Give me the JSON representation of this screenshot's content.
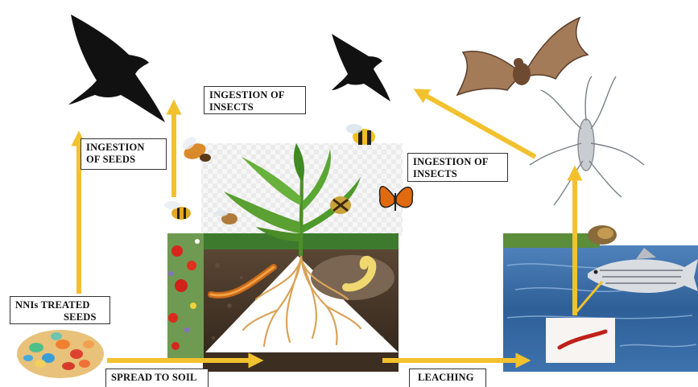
{
  "labels": {
    "ingestion_seeds": [
      "INGESTION",
      "OF SEEDS"
    ],
    "ingestion_insects_top": [
      "INGESTION OF",
      "INSECTS"
    ],
    "ingestion_insects_right": [
      "INGESTION OF",
      "INSECTS"
    ],
    "nni_seeds": [
      "NNIs TREATED",
      "SEEDS"
    ],
    "spread_soil": "SPREAD TO SOIL",
    "leaching": "LEACHING"
  },
  "colors": {
    "arrow": "#f2c12e",
    "water": "#3f6fa6",
    "grass": "#3e7a2e",
    "soil": "#4a3a2a",
    "label_border": "#333333"
  },
  "icons": [
    "crow-silhouette",
    "crow-silhouette",
    "bat",
    "hoverfly",
    "honeybee",
    "bumblebee",
    "hoverfly",
    "wasp",
    "beetle",
    "butterfly",
    "water-strider",
    "snail",
    "striped-bass-fish",
    "red-worm",
    "corn-plant",
    "wireworm",
    "grub",
    "poppies",
    "treated-seeds"
  ]
}
